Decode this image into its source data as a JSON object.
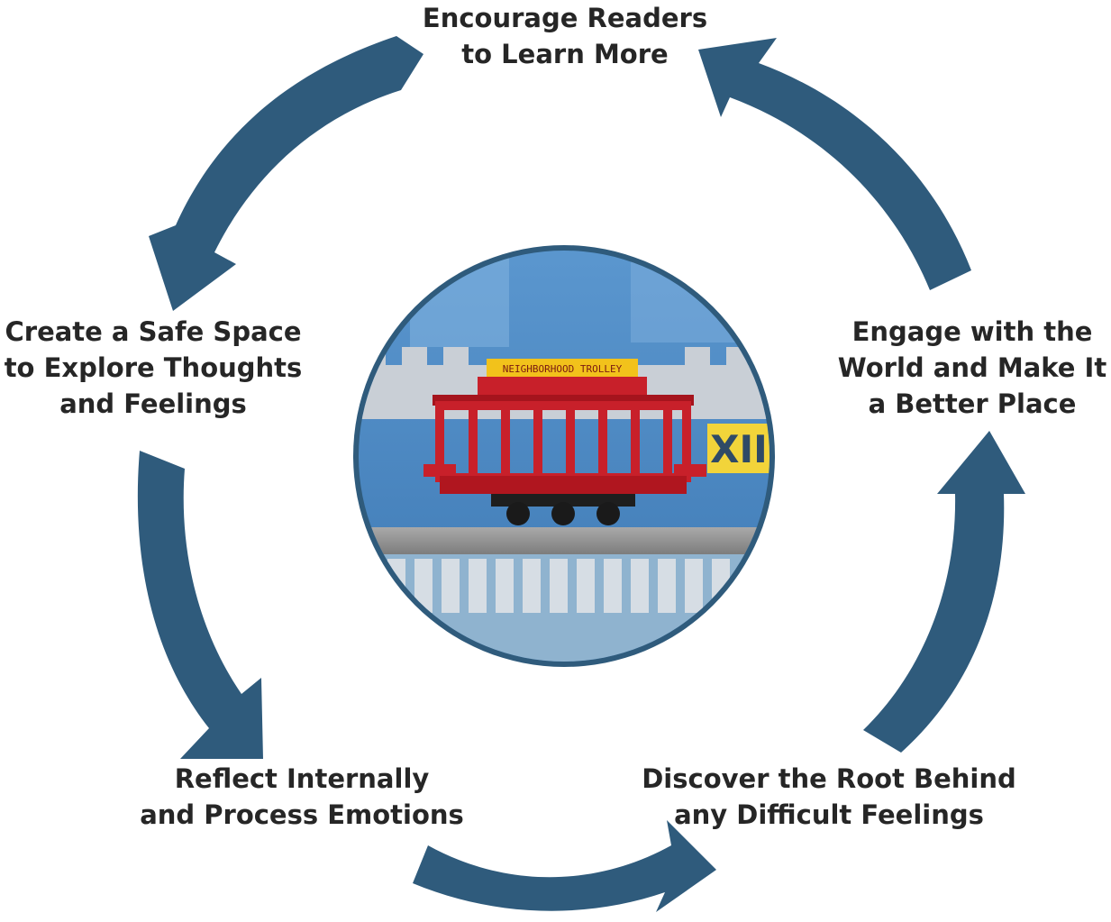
{
  "colors": {
    "arrow": "#2f5b7c",
    "text": "#262626",
    "photo_ring": "#2f5b7c",
    "trolley_body": "#c8202a",
    "trolley_sign": "#f2c21b",
    "background_blue": "#4f8fc8"
  },
  "center_image": {
    "icon": "neighborhood-trolley-photo",
    "sign_text": "NEIGHBORHOOD TROLLEY",
    "numeral": "XII"
  },
  "steps": {
    "top": "Encourage Readers\nto Learn More",
    "left": "Create a Safe Space\nto Explore Thoughts\nand Feelings",
    "bottom_left": "Reflect Internally\nand Process Emotions",
    "bottom_right": "Discover the Root Behind\nany Difficult Feelings",
    "right": "Engage with the\nWorld and Make It\na Better Place"
  }
}
